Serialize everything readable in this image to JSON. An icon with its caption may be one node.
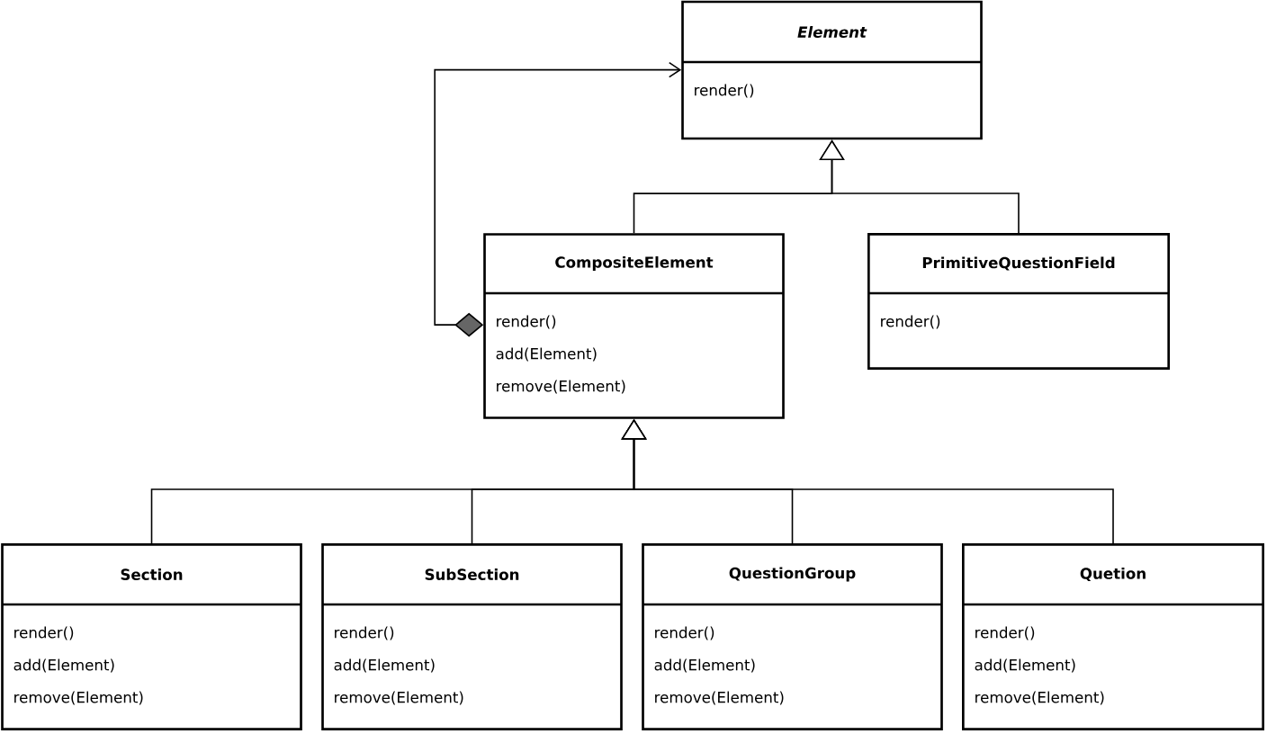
{
  "diagram": {
    "nodes": [
      {
        "text": [
          "Element",
          "render()"
        ]
      },
      {
        "text": [
          "CompositeElement",
          "render()",
          "add(Element)",
          "remove(Element)"
        ]
      },
      {
        "text": [
          "PrimitiveQuestionField",
          "render()"
        ]
      },
      {
        "text": [
          "Section",
          "render()",
          "add(Element)",
          "remove(Element)"
        ]
      },
      {
        "text": [
          "SubSection",
          "render()",
          "add(Element)",
          "remove(Element)"
        ]
      },
      {
        "text": [
          "QuestionGroup",
          "render()",
          "add(Element)",
          "remove(Element)"
        ]
      },
      {
        "text": [
          "Quetion",
          "render()",
          "add(Element)",
          "remove(Element)"
        ]
      }
    ],
    "edges": [
      {
        "from": 1,
        "to": 0,
        "arrow": "to"
      },
      {
        "from": 2,
        "to": 0,
        "arrow": "to"
      },
      {
        "from": 3,
        "to": 1,
        "arrow": "to"
      },
      {
        "from": 4,
        "to": 1,
        "arrow": "to"
      },
      {
        "from": 5,
        "to": 1,
        "arrow": "to"
      },
      {
        "from": 6,
        "to": 1,
        "arrow": "to"
      },
      {
        "from": 1,
        "to": 0,
        "arrow": "to"
      }
    ]
  }
}
